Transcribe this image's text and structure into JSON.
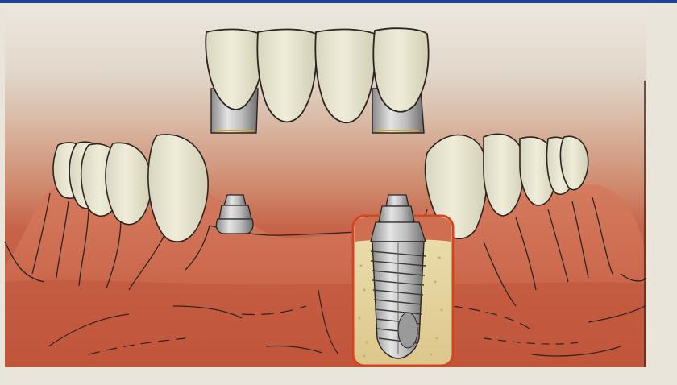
{
  "scene": {
    "description_type": "dental-implant-bridge-illustration",
    "colors": {
      "paper": "#e9e5db",
      "gum_dark": "#b84a30",
      "gum_mid": "#c8654a",
      "gum_light": "#d98a6e",
      "tooth_fill": "#e9e6cf",
      "tooth_outline": "#2b2420",
      "metal_light": "#d8d8d8",
      "metal_dark": "#7a7a7a",
      "bone_fill": "#e6d6a0",
      "highlight_box": "#d4451f",
      "frame_blue": "#1e3f9a"
    },
    "icons": [
      "bridge-crowns",
      "implant-abutment",
      "implant-screw-in-bone"
    ]
  }
}
